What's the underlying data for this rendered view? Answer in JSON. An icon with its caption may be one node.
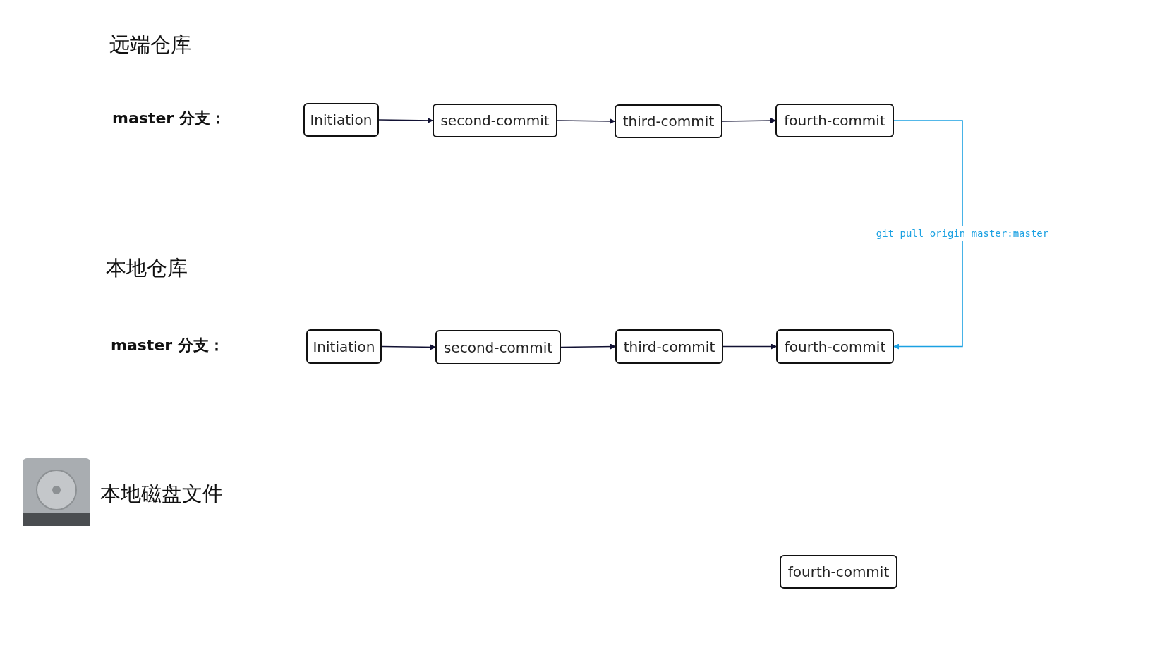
{
  "diagram": {
    "nodes": [
      {
        "text": [
          "Initiation"
        ]
      },
      {
        "text": [
          "second-commit"
        ]
      },
      {
        "text": [
          "third-commit"
        ]
      },
      {
        "text": [
          "fourth-commit"
        ]
      },
      {
        "text": [
          "Initiation"
        ]
      },
      {
        "text": [
          "second-commit"
        ]
      },
      {
        "text": [
          "third-commit"
        ]
      },
      {
        "text": [
          "fourth-commit"
        ]
      },
      {
        "text": [
          "fourth-commit"
        ]
      }
    ],
    "edges": [
      {
        "from": 0,
        "to": 1,
        "arrow": "to"
      },
      {
        "from": 1,
        "to": 2,
        "arrow": "to"
      },
      {
        "from": 2,
        "to": 3,
        "arrow": "to"
      },
      {
        "from": 4,
        "to": 5,
        "arrow": "to"
      },
      {
        "from": 5,
        "to": 6,
        "arrow": "to"
      },
      {
        "from": 6,
        "to": 7,
        "arrow": "to"
      },
      {
        "from": 3,
        "to": 7,
        "arrow": "to",
        "label": "git pull origin master:master",
        "color": "#1ba1e2"
      }
    ],
    "labels": [
      "远端仓库",
      "master 分支：",
      "本地仓库",
      "master 分支：",
      "本地磁盘文件"
    ]
  }
}
